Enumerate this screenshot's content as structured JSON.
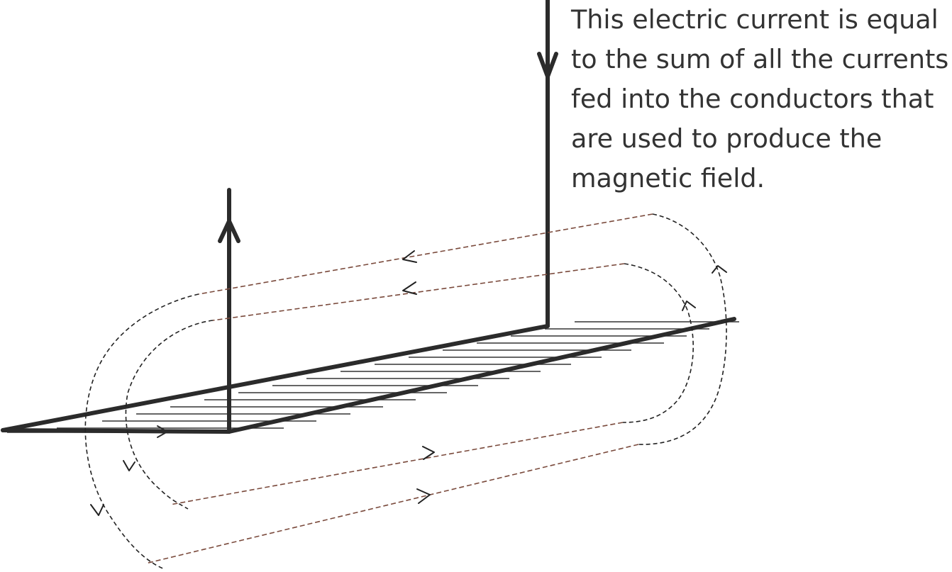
{
  "caption": {
    "lines": [
      "This electric current is equal",
      "to the sum of all the currents",
      "fed into the conductors that",
      "are used to produce the",
      "magnetic field."
    ]
  },
  "colors": {
    "conductor": "#2b2b2b",
    "field_line": "#222222",
    "field_line_axial": "#7a4a3c",
    "hatch": "#333333",
    "caption_text": "#333333"
  }
}
